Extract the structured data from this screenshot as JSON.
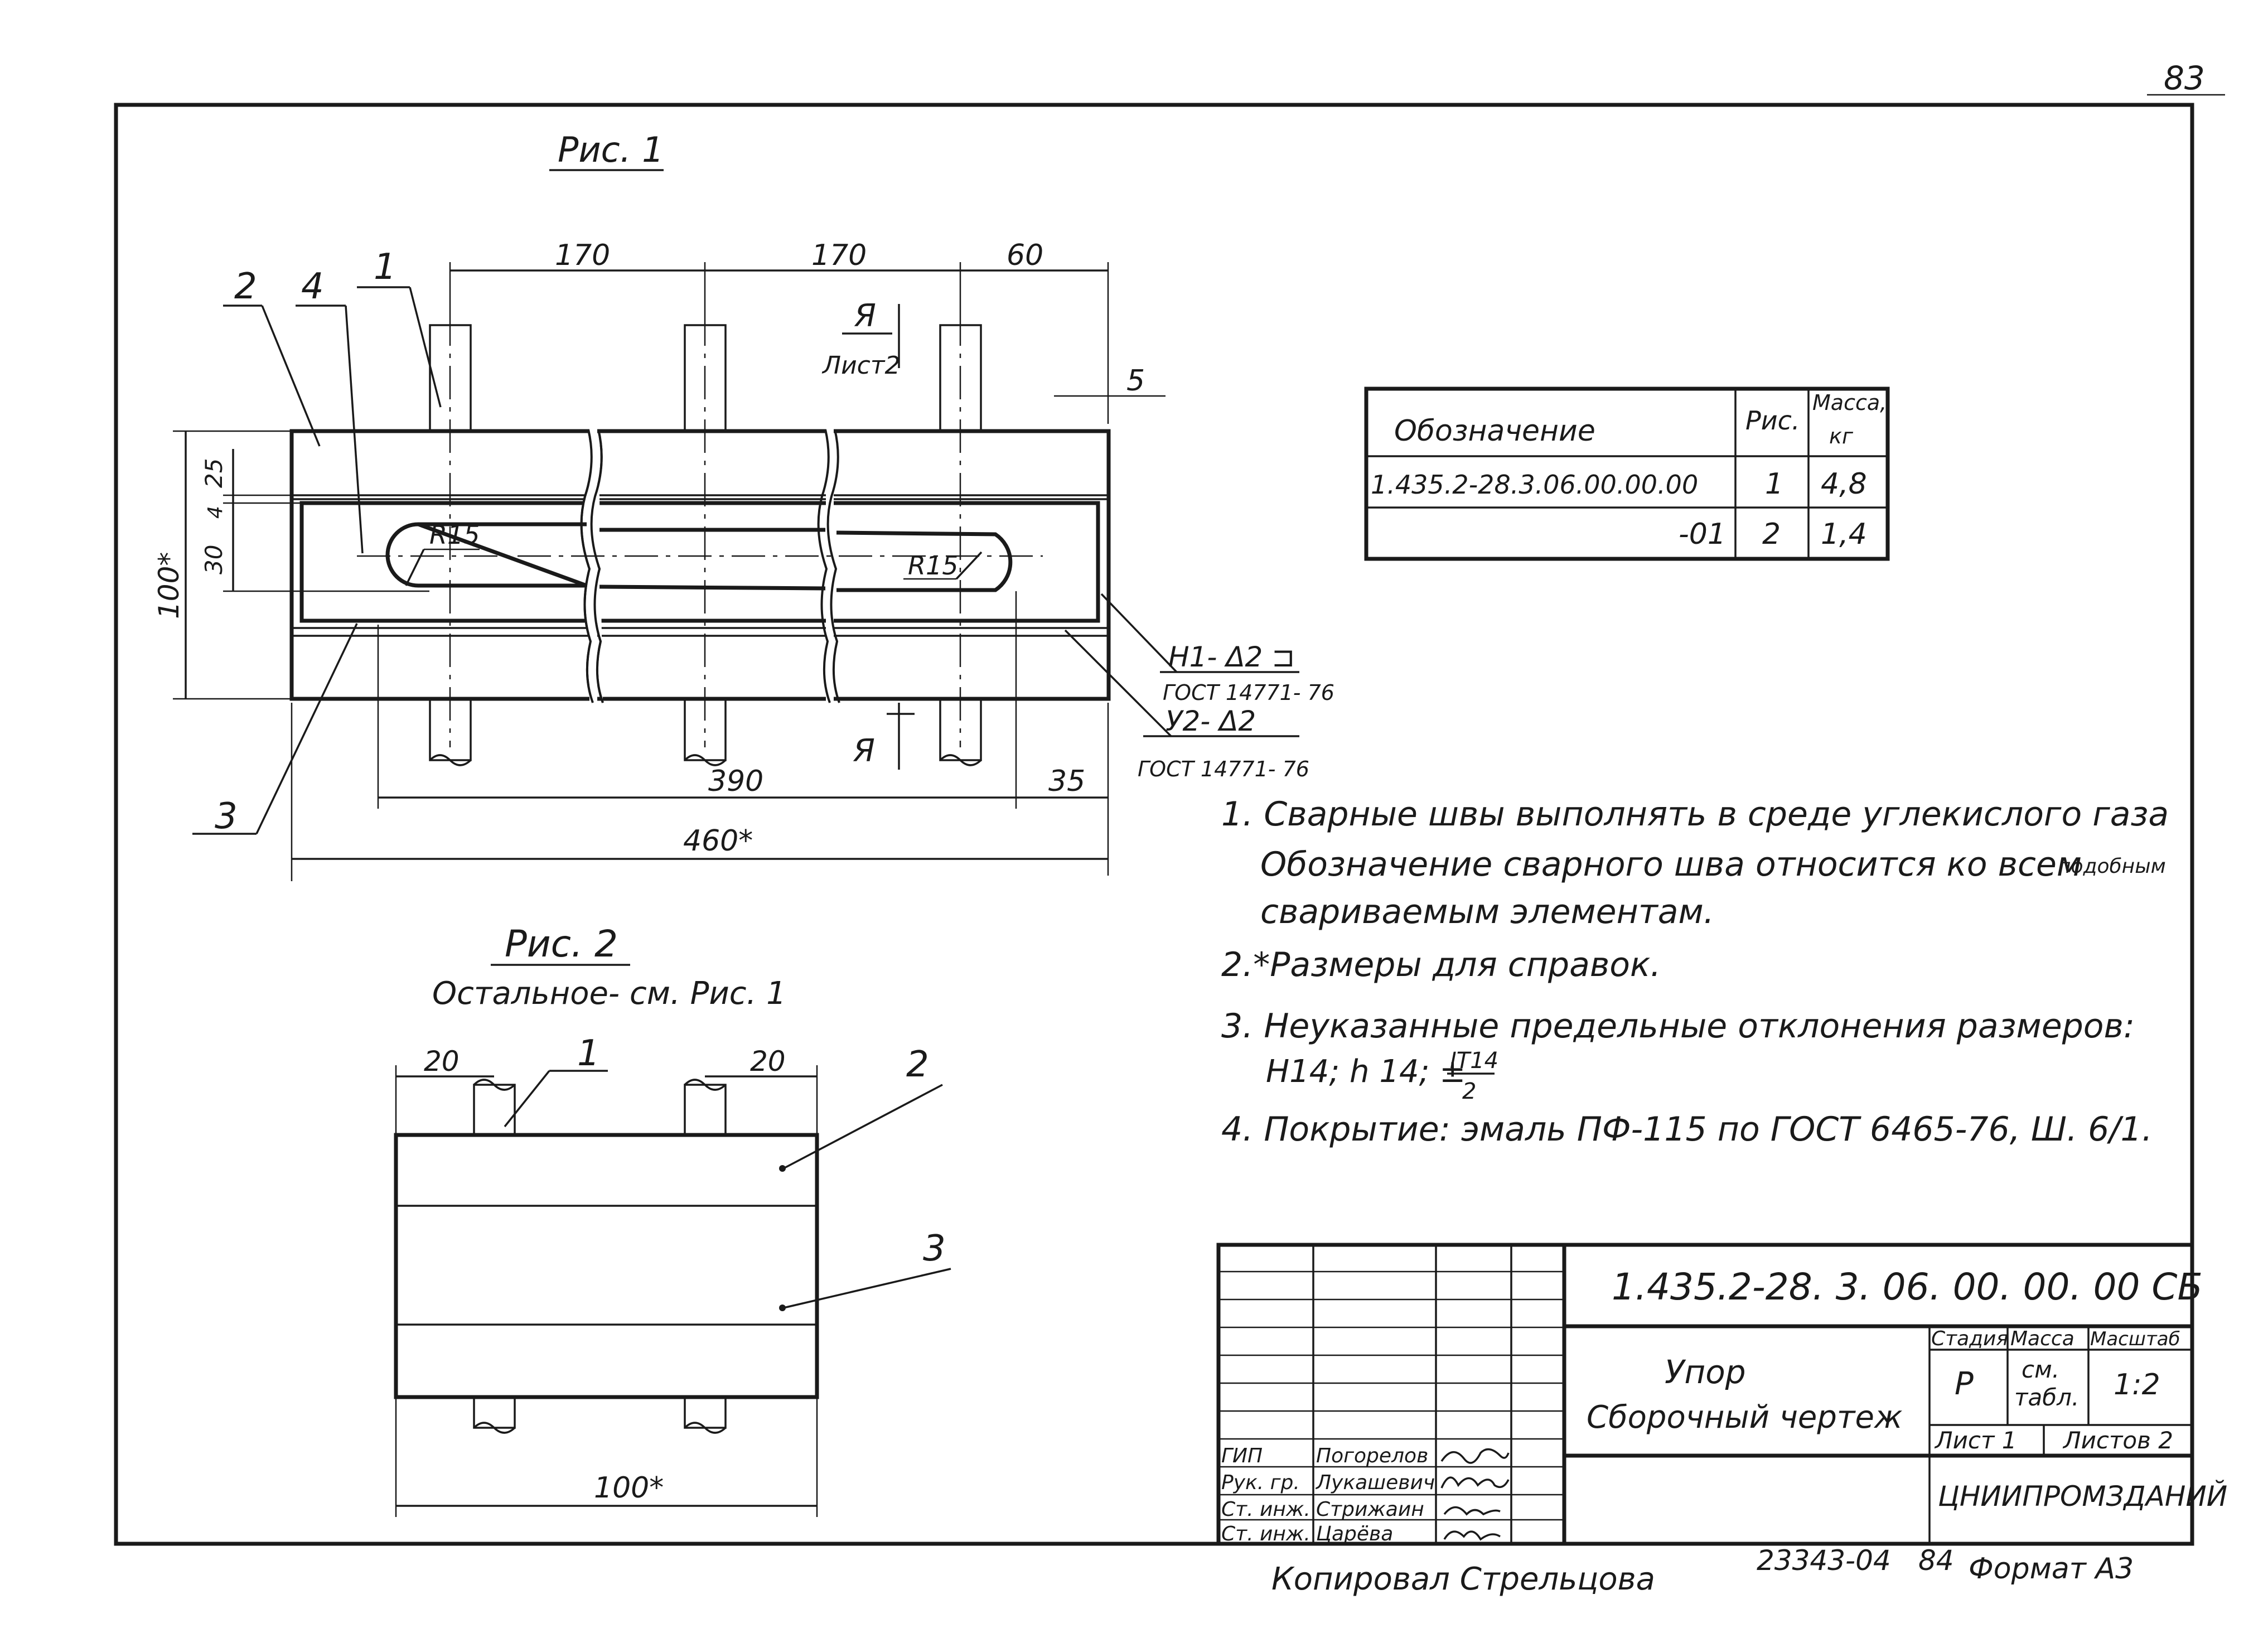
{
  "sheet": {
    "page_number": "83",
    "copied_by": "Копировал  Стрельцова",
    "archive_code": "23343-04",
    "archive_page": "84",
    "format": "Формат  А3"
  },
  "fig1": {
    "title": "Рис. 1",
    "dimensions": {
      "top_1": "170",
      "top_2": "170",
      "top_3": "60",
      "right_5": "5",
      "left_25": "25",
      "left_4": "4",
      "left_30": "30",
      "height_100": "100*",
      "r15_left": "R15",
      "r15_right": "R15",
      "bottom_390": "390",
      "bottom_35": "35",
      "bottom_460": "460*"
    },
    "callouts": {
      "c1": "1",
      "c2": "2",
      "c3": "3",
      "c4": "4"
    },
    "section_mark": "Я",
    "section_sheet": "Лист2",
    "section_mark_bottom": "Я",
    "weld1_symbol": "Н1- Δ2 ⊐",
    "weld1_standard": "ГОСТ 14771- 76",
    "weld2_symbol": "У2- Δ2",
    "weld2_standard": "ГОСТ 14771- 76"
  },
  "spec_table": {
    "headers": [
      "Обозначение",
      "Рис.",
      "Масса, кг"
    ],
    "rows": [
      [
        "1.435.2-28.3.06.00.00.00",
        "1",
        "4,8"
      ],
      [
        "-01",
        "2",
        "1,4"
      ]
    ]
  },
  "notes": {
    "n1_line1": "1.  Сварные  швы  выполнять  в  среде  углекислого  газа",
    "n1_line2": "Обозначение  сварного  шва   относится  ко  всем",
    "n1_small": "подобным",
    "n1_line3": "свариваемым    элементам.",
    "n2": "2.*Размеры  для  справок.",
    "n3_line1": "3.  Неуказанные  предельные  отклонения  размеров:",
    "n3_line2": "Н14;  h 14;  ±",
    "n3_frac_num": "IT14",
    "n3_frac_den": "2",
    "n4": "4.  Покрытие:  эмаль  ПФ-115 по  ГОСТ 6465-76, Ш. 6/1."
  },
  "fig2": {
    "title": "Рис. 2",
    "subtitle": "Остальное- см.  Рис. 1",
    "dim_left": "20",
    "dim_right": "20",
    "width": "100*",
    "callouts": {
      "c1": "1",
      "c2": "2",
      "c3": "3"
    }
  },
  "title_block": {
    "designation": "1.435.2-28. 3. 06. 00.  00.  00 СБ",
    "name_line1": "Упор",
    "name_line2": "Сборочный  чертеж",
    "stage_header": "Стадия",
    "mass_header": "Масса",
    "scale_header": "Масштаб",
    "stage": "Р",
    "mass_line1": "см.",
    "mass_line2": "табл.",
    "scale": "1:2",
    "sheet": "Лист 1",
    "sheets": "Листов 2",
    "organization": "ЦНИИПРОМЗДАНИЙ",
    "signatures": [
      {
        "role": "ГИП",
        "name": "Погорелов"
      },
      {
        "role": "Рук. гр.",
        "name": "Лукашевич"
      },
      {
        "role": "Ст. инж.",
        "name": "Стрижаин"
      },
      {
        "role": "Ст. инж.",
        "name": "Царёва"
      }
    ]
  }
}
